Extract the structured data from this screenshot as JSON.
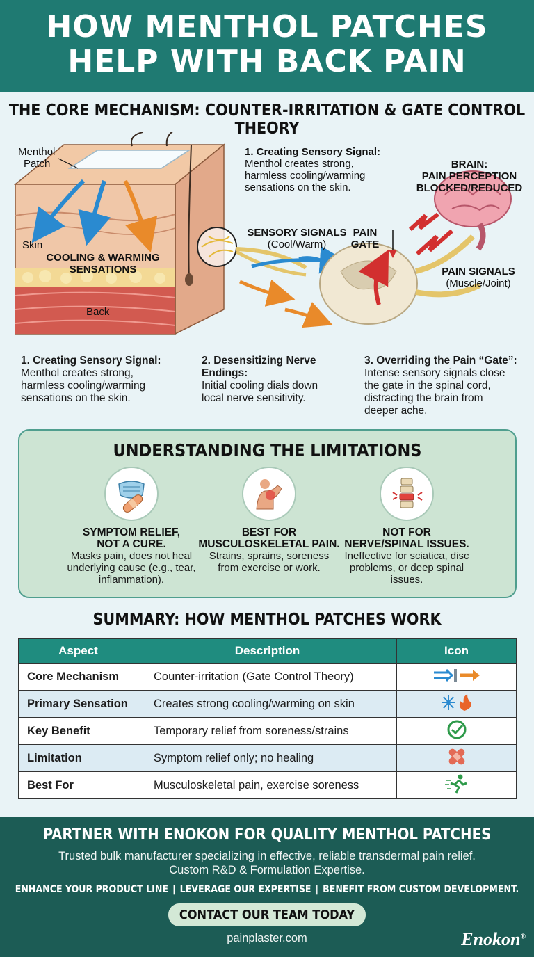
{
  "header": {
    "title_line1": "HOW MENTHOL PATCHES",
    "title_line2": "HELP WITH BACK PAIN"
  },
  "mechanism": {
    "title": "THE CORE MECHANISM: COUNTER-IRRITATION & GATE CONTROL THEORY",
    "labels": {
      "patch_line1": "Menthol",
      "patch_line2": "Patch",
      "skin": "Skin",
      "sensations_line1": "COOLING & WARMING",
      "sensations_line2": "SENSATIONS",
      "back": "Back",
      "callout_title": "1. Creating Sensory Signal:",
      "callout_text1": "Menthol creates strong,",
      "callout_text2": "harmless cooling/warming",
      "callout_text3": "sensations on the skin.",
      "brain_line1": "BRAIN:",
      "brain_line2": "PAIN PERCEPTION",
      "brain_line3": "BLOCKED/REDUCED",
      "sensory_title": "SENSORY SIGNALS",
      "sensory_sub": "(Cool/Warm)",
      "gate_line1": "PAIN",
      "gate_line2": "GATE",
      "pain_title": "PAIN SIGNALS",
      "pain_sub": "(Muscle/Joint)"
    },
    "steps": [
      {
        "title": "1. Creating Sensory Signal:",
        "l1": "Menthol creates strong,",
        "l2": "harmless cooling/warming",
        "l3": "sensations on the skin.",
        "l4": ""
      },
      {
        "title": "2. Desensitizing Nerve",
        "l1": "Endings:",
        "l2": "Initial cooling dials down",
        "l3": "local nerve sensitivity.",
        "l4": ""
      },
      {
        "title": "3. Overriding the Pain “Gate”:",
        "l1": "Intense sensory signals close",
        "l2": "the gate in the spinal cord,",
        "l3": "distracting the brain from",
        "l4": "deeper ache."
      }
    ]
  },
  "limitations": {
    "title": "UNDERSTANDING THE LIMITATIONS",
    "items": [
      {
        "h1": "SYMPTOM RELIEF,",
        "h2": "NOT A CURE.",
        "t1": "Masks pain, does not heal",
        "t2": "underlying cause (e.g., tear,",
        "t3": "inflammation).",
        "icon": "mask-bandage-icon"
      },
      {
        "h1": "BEST FOR",
        "h2": "MUSCULOSKELETAL PAIN.",
        "t1": "Strains, sprains, soreness",
        "t2": "from exercise or work.",
        "t3": "",
        "icon": "sore-shoulder-icon"
      },
      {
        "h1": "NOT FOR",
        "h2": "NERVE/SPINAL ISSUES.",
        "t1": "Ineffective for sciatica, disc",
        "t2": "problems, or deep spinal",
        "t3": "issues.",
        "icon": "spine-icon"
      }
    ]
  },
  "summary": {
    "title": "SUMMARY: HOW MENTHOL PATCHES WORK",
    "headers": [
      "Aspect",
      "Description",
      "Icon"
    ],
    "rows": [
      {
        "aspect": "Core Mechanism",
        "desc": "Counter-irritation (Gate Control Theory)",
        "icon": "arrows-gate-icon"
      },
      {
        "aspect": "Primary Sensation",
        "desc": "Creates strong cooling/warming on skin",
        "icon": "snowflake-flame-icon"
      },
      {
        "aspect": "Key Benefit",
        "desc": "Temporary relief from soreness/strains",
        "icon": "checkmark-icon"
      },
      {
        "aspect": "Limitation",
        "desc": "Symptom relief only; no healing",
        "icon": "bandage-icon"
      },
      {
        "aspect": "Best For",
        "desc": "Musculoskeletal pain, exercise soreness",
        "icon": "running-person-icon"
      }
    ]
  },
  "footer": {
    "title": "PARTNER WITH ENOKON FOR QUALITY MENTHOL PATCHES",
    "line1": "Trusted bulk manufacturer specializing in effective, reliable transdermal pain relief.",
    "line2": "Custom R&D & Formulation Expertise.",
    "bullets": [
      "ENHANCE YOUR PRODUCT LINE",
      "LEVERAGE OUR EXPERTISE",
      "BENEFIT FROM CUSTOM DEVELOPMENT."
    ],
    "separator": "|",
    "cta": "CONTACT OUR TEAM TODAY",
    "url": "painplaster.com",
    "brand": "Enokon",
    "brand_mark": "®"
  },
  "colors": {
    "header_bg": "#1f7a72",
    "footer_bg": "#1c5c55",
    "panel_bg": "#cde4d3",
    "table_head": "#1f8c7f"
  }
}
